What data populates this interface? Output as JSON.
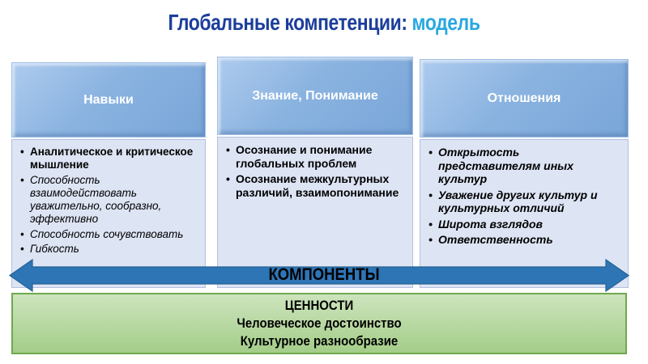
{
  "title": {
    "main": "Глобальные компетенции:",
    "accent": " модель"
  },
  "columns": [
    {
      "id": "skills",
      "header": "Навыки",
      "items": [
        {
          "text": "Аналитическое и критическое мышление",
          "style": "bold"
        },
        {
          "text": "Способность взаимодействовать уважительно, сообразно, эффективно",
          "style": "italic"
        },
        {
          "text": "Способность сочувствовать",
          "style": "italic"
        },
        {
          "text": "Гибкость",
          "style": "italic"
        }
      ]
    },
    {
      "id": "knowledge",
      "header": "Знание, Понимание",
      "items": [
        {
          "text": "Осознание и понимание глобальных проблем",
          "style": "bold"
        },
        {
          "text": "Осознание межкультурных различий, взаимопонимание",
          "style": "bold"
        }
      ]
    },
    {
      "id": "attitudes",
      "header": "Отношения",
      "items": [
        {
          "text": "Открытость представителям иных культур",
          "style": "bold-italic"
        },
        {
          "text": "Уважение других культур и культурных отличий",
          "style": "bold-italic"
        },
        {
          "text": "Широта взглядов",
          "style": "bold-italic"
        },
        {
          "text": "Ответственность",
          "style": "bold-italic"
        }
      ]
    }
  ],
  "arrow": {
    "label": "КОМПОНЕНТЫ"
  },
  "values_box": {
    "lines": [
      "ЦЕННОСТИ",
      "Человеческое достоинство",
      "Культурное разнообразие"
    ]
  },
  "colors": {
    "title_main": "#1b3e9b",
    "title_accent": "#29a8e0",
    "header_fill": "#8ab3e0",
    "header_fill_dark": "#79a5d8",
    "body_fill": "#dde4f4",
    "body_border": "#b3c0e2",
    "arrow_fill": "#2e75b6",
    "arrow_stroke": "#24618f",
    "values_fill_top": "#cde4bd",
    "values_fill_bottom": "#a4cd89",
    "values_border": "#6fa84e"
  }
}
